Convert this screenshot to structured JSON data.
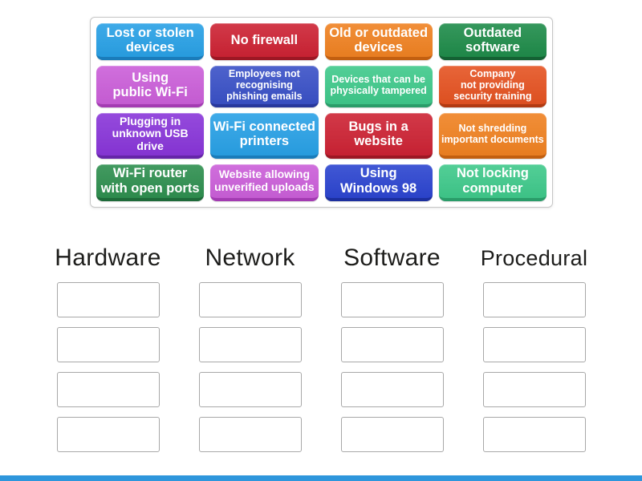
{
  "activity": {
    "kind": "group-sort"
  },
  "tile_bank": {
    "tiles": [
      {
        "lines": [
          "Lost or stolen",
          "devices"
        ],
        "color": "#29a1e6",
        "edge": "#1a7cba",
        "size": "lg"
      },
      {
        "lines": [
          "No firewall"
        ],
        "color": "#cd2334",
        "edge": "#9c1724",
        "size": "lg"
      },
      {
        "lines": [
          "Old or outdated",
          "devices"
        ],
        "color": "#f08222",
        "edge": "#c25f10",
        "size": "lg"
      },
      {
        "lines": [
          "Outdated",
          "software"
        ],
        "color": "#1f8c4a",
        "edge": "#146133",
        "size": "lg"
      },
      {
        "lines": [
          "Using",
          "public Wi-Fi"
        ],
        "color": "#cb5fd9",
        "edge": "#a33bb2",
        "size": "lg"
      },
      {
        "lines": [
          "Employees not",
          "recognising",
          "phishing emails"
        ],
        "color": "#3a51c7",
        "edge": "#28389c",
        "size": "sm"
      },
      {
        "lines": [
          "Devices that can be",
          "physically tampered"
        ],
        "color": "#3fc98b",
        "edge": "#2a9c69",
        "size": "sm"
      },
      {
        "lines": [
          "Company",
          "not providing",
          "security training"
        ],
        "color": "#e55322",
        "edge": "#b13a12",
        "size": "sm"
      },
      {
        "lines": [
          "Plugging in",
          "unknown USB drive"
        ],
        "color": "#8936d9",
        "edge": "#6525a8",
        "size": "md"
      },
      {
        "lines": [
          "Wi-Fi connected",
          "printers"
        ],
        "color": "#29a1e6",
        "edge": "#1a7cba",
        "size": "lg"
      },
      {
        "lines": [
          "Bugs in a",
          "website"
        ],
        "color": "#cd2334",
        "edge": "#9c1724",
        "size": "lg"
      },
      {
        "lines": [
          "Not shredding",
          "important documents"
        ],
        "color": "#f08222",
        "edge": "#c25f10",
        "size": "sm"
      },
      {
        "lines": [
          "Wi-Fi router",
          "with open ports"
        ],
        "color": "#2e8f4f",
        "edge": "#1e6a39",
        "size": "lg"
      },
      {
        "lines": [
          "Website allowing",
          "unverified uploads"
        ],
        "color": "#cb5fd9",
        "edge": "#a33bb2",
        "size": "md"
      },
      {
        "lines": [
          "Using",
          "Windows 98"
        ],
        "color": "#2c45d0",
        "edge": "#1c2f9e",
        "size": "lg"
      },
      {
        "lines": [
          "Not locking",
          "computer"
        ],
        "color": "#3fc98b",
        "edge": "#2a9c69",
        "size": "lg"
      }
    ]
  },
  "categories": [
    {
      "label": "Hardware",
      "slot_count": 4
    },
    {
      "label": "Network",
      "slot_count": 4
    },
    {
      "label": "Software",
      "slot_count": 4
    },
    {
      "label": "Procedural",
      "slot_count": 4
    }
  ],
  "footer": {
    "bar_color": "#2e96dc"
  }
}
